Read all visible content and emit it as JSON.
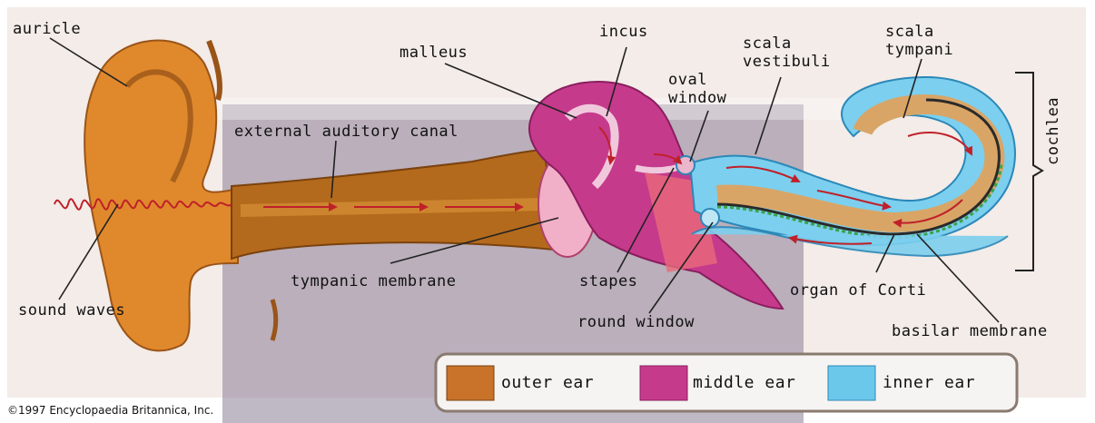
{
  "labels": {
    "auricle": "auricle",
    "malleus": "malleus",
    "incus": "incus",
    "oval_window": "oval\nwindow",
    "scala_vestibuli": "scala\nvestibuli",
    "scala_tympani": "scala\ntympani",
    "external_auditory_canal": "external auditory canal",
    "cochlea": "cochlea",
    "tympanic_membrane": "tympanic membrane",
    "stapes": "stapes",
    "organ_of_corti": "organ of Corti",
    "sound_waves": "sound waves",
    "round_window": "round window",
    "basilar_membrane": "basilar membrane"
  },
  "legend": {
    "items": [
      {
        "label": "outer ear",
        "color": "#c8722a"
      },
      {
        "label": "middle ear",
        "color": "#c63a8c"
      },
      {
        "label": "inner ear",
        "color": "#6cc8ea"
      }
    ]
  },
  "copyright": "©1997 Encyclopaedia Britannica, Inc.",
  "colors": {
    "outer_ear": "#e08a2c",
    "middle_ear": "#c63a8c",
    "inner_ear": "#6cc8ea",
    "background": "#f3ece8",
    "arrows": "#c0202a"
  }
}
